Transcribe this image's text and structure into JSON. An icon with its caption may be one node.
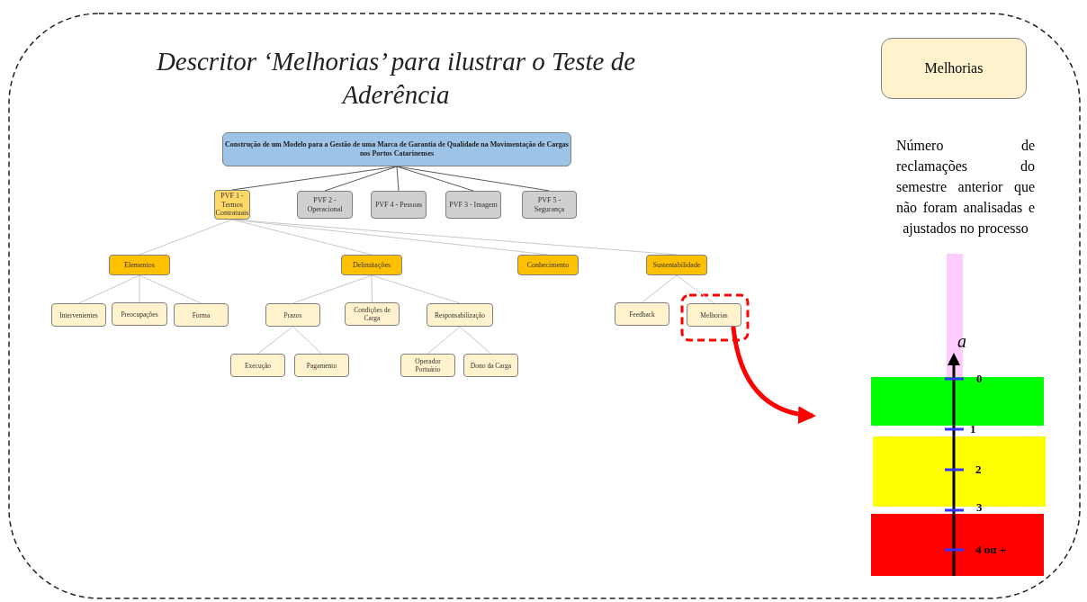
{
  "diagram": {
    "title": "Descritor ‘Melhorias’ para ilustrar o Teste de Aderência",
    "nodes": [
      {
        "text": [
          "Construção de um Modelo para a Gestão de uma Marca de Garantia de Qualidade na Movimentação de Cargas nos Portos Catarinenses"
        ]
      },
      {
        "text": [
          "PVF 1 - Termos Contratuais"
        ]
      },
      {
        "text": [
          "PVF 2 - Operacional"
        ]
      },
      {
        "text": [
          "PVF 4 - Pessoas"
        ]
      },
      {
        "text": [
          "PVF 3 - Imagem"
        ]
      },
      {
        "text": [
          "PVF 5 - Segurança"
        ]
      },
      {
        "text": [
          "Elementos"
        ]
      },
      {
        "text": [
          "Delimitações"
        ]
      },
      {
        "text": [
          "Conhecimento"
        ]
      },
      {
        "text": [
          "Sustentabilidade"
        ]
      },
      {
        "text": [
          "Intervenientes"
        ]
      },
      {
        "text": [
          "Preocupações"
        ]
      },
      {
        "text": [
          "Forma"
        ]
      },
      {
        "text": [
          "Prazos"
        ]
      },
      {
        "text": [
          "Condições de Carga"
        ]
      },
      {
        "text": [
          "Responsabilização"
        ]
      },
      {
        "text": [
          "Feedback"
        ]
      },
      {
        "text": [
          "Melhorias"
        ]
      },
      {
        "text": [
          "Execução"
        ]
      },
      {
        "text": [
          "Pagamento"
        ]
      },
      {
        "text": [
          "Operador Portuário"
        ]
      },
      {
        "text": [
          "Dono da Carga"
        ]
      },
      {
        "text": [
          "Melhorias"
        ]
      }
    ],
    "edges": [
      {
        "from": 0,
        "to": 1,
        "arrow": "none",
        "color": "#595959"
      },
      {
        "from": 0,
        "to": 2,
        "arrow": "none",
        "color": "#595959"
      },
      {
        "from": 0,
        "to": 3,
        "arrow": "none",
        "color": "#595959"
      },
      {
        "from": 0,
        "to": 4,
        "arrow": "none",
        "color": "#595959"
      },
      {
        "from": 0,
        "to": 5,
        "arrow": "none",
        "color": "#595959"
      },
      {
        "from": 1,
        "to": 6,
        "arrow": "none"
      },
      {
        "from": 1,
        "to": 7,
        "arrow": "none"
      },
      {
        "from": 1,
        "to": 8,
        "arrow": "none"
      },
      {
        "from": 1,
        "to": 9,
        "arrow": "none"
      },
      {
        "from": 6,
        "to": 10,
        "arrow": "none"
      },
      {
        "from": 6,
        "to": 11,
        "arrow": "none"
      },
      {
        "from": 6,
        "to": 12,
        "arrow": "none"
      },
      {
        "from": 7,
        "to": 13,
        "arrow": "none"
      },
      {
        "from": 7,
        "to": 14,
        "arrow": "none"
      },
      {
        "from": 7,
        "to": 15,
        "arrow": "none"
      },
      {
        "from": 9,
        "to": 16,
        "arrow": "none"
      },
      {
        "from": 9,
        "to": 17,
        "arrow": "none"
      },
      {
        "from": 13,
        "to": 18,
        "arrow": "none"
      },
      {
        "from": 13,
        "to": 19,
        "arrow": "none"
      },
      {
        "from": 15,
        "to": 20,
        "arrow": "none"
      },
      {
        "from": 15,
        "to": 21,
        "arrow": "none"
      },
      {
        "from": 17,
        "to": null,
        "arrow": "to",
        "style": "thick",
        "color": "#ff0000"
      }
    ],
    "labels": [
      "Número de reclamações do semestre anterior que não foram analisadas e ajustados no processo",
      "a",
      "0",
      "1",
      "2",
      "3",
      "4 ou +"
    ]
  }
}
